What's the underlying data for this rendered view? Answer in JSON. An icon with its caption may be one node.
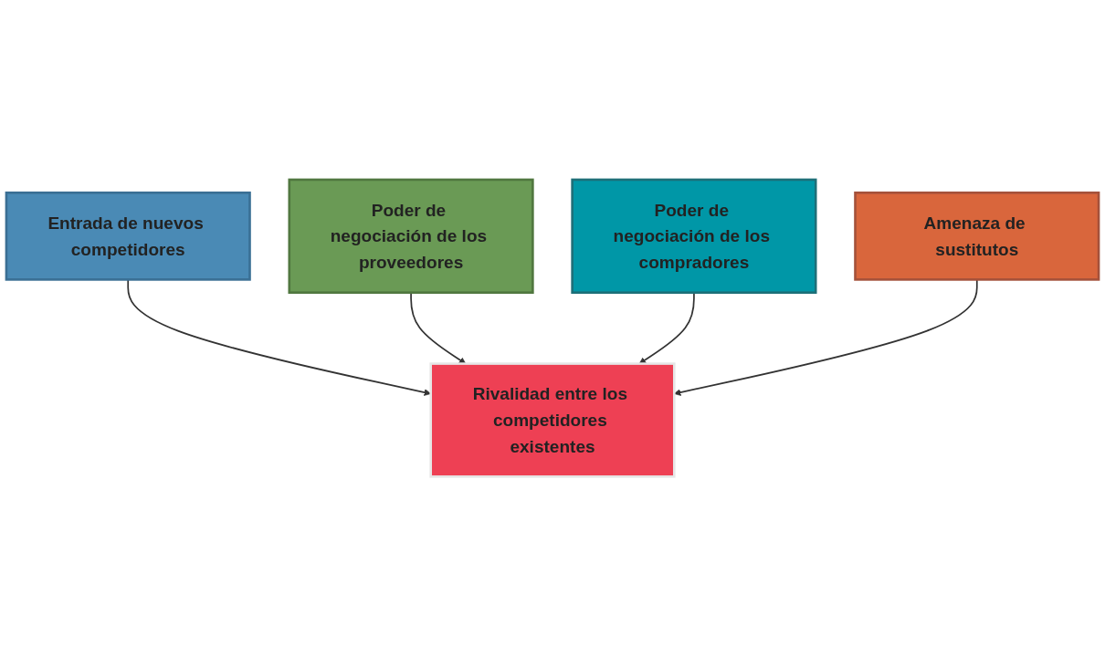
{
  "diagram": {
    "nodes": [
      {
        "text": [
          "Entrada de nuevos competidores"
        ]
      },
      {
        "text": [
          "Poder de negociación de los proveedores"
        ]
      },
      {
        "text": [
          "Rivalidad entre los competidores existentes"
        ]
      },
      {
        "text": [
          "Poder de negociación de los compradores"
        ]
      },
      {
        "text": [
          "Amenaza de sustitutos"
        ]
      }
    ],
    "edges": [
      {
        "from": 0,
        "to": 2,
        "arrow": "to"
      },
      {
        "from": 1,
        "to": 2,
        "arrow": "to"
      },
      {
        "from": 3,
        "to": 2,
        "arrow": "to"
      },
      {
        "from": 4,
        "to": 2,
        "arrow": "to"
      }
    ]
  }
}
